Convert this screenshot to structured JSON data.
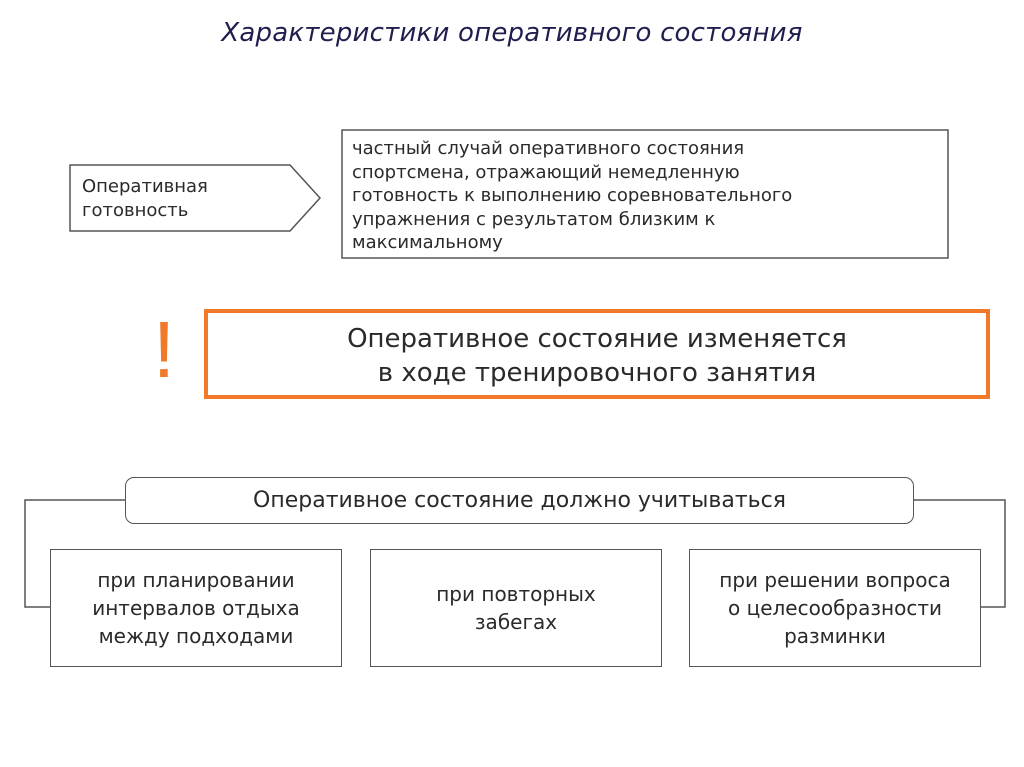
{
  "title": "Характеристики оперативного состояния",
  "definition": {
    "term": "Оперативная\nготовность",
    "text": "частный случай оперативного состояния\nспортсмена, отражающий немедленную\nготовность к выполнению соревновательного\nупражнения с результатом близким к\nмаксимальному"
  },
  "note": {
    "mark": "!",
    "text": "Оперативное состояние изменяется\nв ходе тренировочного занятия"
  },
  "considerations": {
    "header": "Оперативное состояние должно учитываться",
    "items": [
      "при планировании\nинтервалов отдыха\nмежду подходами",
      "при повторных\nзабегах",
      "при решении вопроса\nо целесообразности\nразминки"
    ]
  },
  "colors": {
    "accent": "#f07a2a",
    "title": "#1f1f4f",
    "border": "#555555"
  }
}
